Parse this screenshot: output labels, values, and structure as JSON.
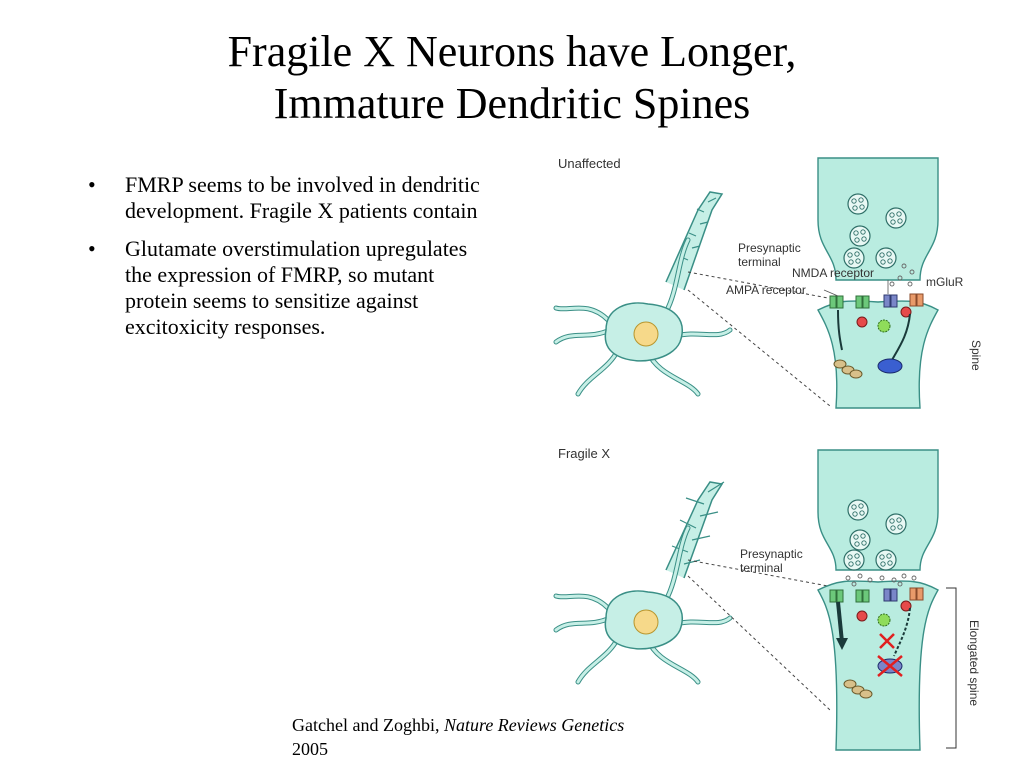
{
  "slide": {
    "title_line1": "Fragile X Neurons have Longer,",
    "title_line2": "Immature Dendritic Spines",
    "bullet_symbol": "•",
    "bullets": [
      "FMRP seems to be involved in dendritic development. Fragile X patients contain",
      "Glutamate overstimulation upregulates the expression of FMRP, so mutant protein seems to sensitize against excitoxicity responses."
    ],
    "citation": {
      "authors": "Gatchel and Zoghbi, ",
      "journal": "Nature Reviews Genetics",
      "year": " 2005"
    }
  },
  "figure": {
    "panel_top_label": "Unaffected",
    "panel_bottom_label": "Fragile X",
    "presynaptic_label_line1": "Presynaptic",
    "presynaptic_label_line2": "terminal",
    "nmda_label": "NMDA receptor",
    "ampa_label": "AMPA receptor",
    "mglur_label": "mGluR",
    "spine_label": "Spine",
    "elongated_label": "Elongated spine",
    "colors": {
      "neuron_fill": "#c6efe6",
      "neuron_stroke": "#3a8f86",
      "nucleus": "#f6d98a",
      "terminal_fill": "#b9ece0",
      "ampa": "#6cc87a",
      "nmda": "#7a86c8",
      "mglur": "#e89a6a",
      "block": "#e02020"
    }
  }
}
